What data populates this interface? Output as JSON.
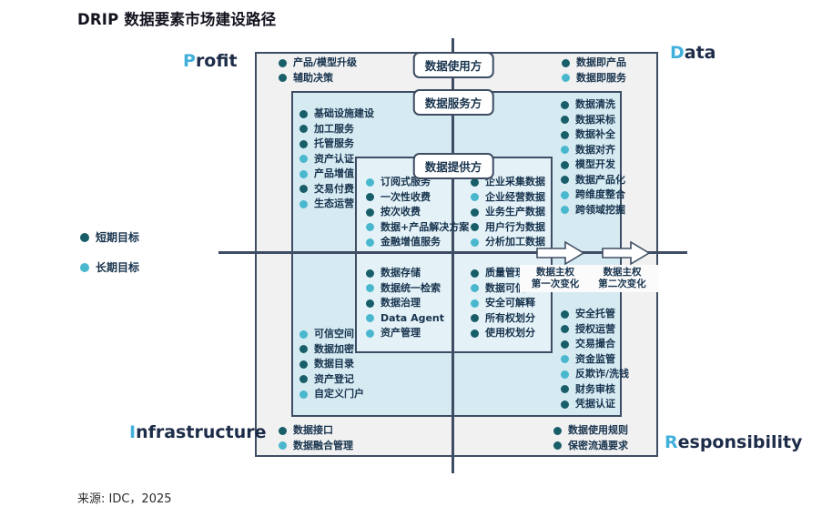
{
  "title": "DRIP 数据要素市场建设路径",
  "source": "来源: IDC，2025",
  "corners": {
    "profit": "Profit",
    "data": "Data",
    "infrastructure": "Infrastructure",
    "responsibility": "Responsibility"
  },
  "legend_items": [
    {
      "label": "短期目标",
      "type": "dark"
    },
    {
      "label": "长期目标",
      "type": "light"
    }
  ],
  "roles": {
    "user": "数据使用方",
    "service": "数据服务方",
    "provider": "数据提供方"
  },
  "sovereignty": [
    {
      "line1": "数据主权",
      "line2": "第一次变化"
    },
    {
      "line1": "数据主权",
      "line2": "第二次变化"
    }
  ],
  "groups": {
    "user_left": [
      {
        "label": "产品/模型升级",
        "type": "dark"
      },
      {
        "label": "辅助决策",
        "type": "dark"
      }
    ],
    "user_right": [
      {
        "label": "数据即产品",
        "type": "dark"
      },
      {
        "label": "数据即服务",
        "type": "light"
      }
    ],
    "service_top_left": [
      {
        "label": "基础设施建设",
        "type": "dark"
      },
      {
        "label": "加工服务",
        "type": "dark"
      },
      {
        "label": "托管服务",
        "type": "dark"
      },
      {
        "label": "资产认证",
        "type": "light"
      },
      {
        "label": "产品增值",
        "type": "light"
      },
      {
        "label": "交易付费",
        "type": "dark"
      },
      {
        "label": "生态运营",
        "type": "light"
      }
    ],
    "service_top_right": [
      {
        "label": "数据清洗",
        "type": "dark"
      },
      {
        "label": "数据采标",
        "type": "dark"
      },
      {
        "label": "数据补全",
        "type": "dark"
      },
      {
        "label": "数据对齐",
        "type": "light"
      },
      {
        "label": "模型开发",
        "type": "dark"
      },
      {
        "label": "数据产品化",
        "type": "dark"
      },
      {
        "label": "跨维度整合",
        "type": "light"
      },
      {
        "label": "跨领域挖掘",
        "type": "light"
      }
    ],
    "provider_top_left": [
      {
        "label": "订阅式服务",
        "type": "light"
      },
      {
        "label": "一次性收费",
        "type": "dark"
      },
      {
        "label": "按次收费",
        "type": "dark"
      },
      {
        "label": "数据+产品解决方案",
        "type": "light"
      },
      {
        "label": "金融增值服务",
        "type": "light"
      }
    ],
    "provider_top_right": [
      {
        "label": "企业采集数据",
        "type": "dark"
      },
      {
        "label": "企业经营数据",
        "type": "light"
      },
      {
        "label": "业务生产数据",
        "type": "dark"
      },
      {
        "label": "用户行为数据",
        "type": "dark"
      },
      {
        "label": "分析加工数据",
        "type": "light"
      }
    ],
    "provider_bottom_left": [
      {
        "label": "数据存储",
        "type": "dark"
      },
      {
        "label": "数据统一检索",
        "type": "light"
      },
      {
        "label": "数据治理",
        "type": "dark"
      },
      {
        "label": "Data Agent",
        "type": "light"
      },
      {
        "label": "资产管理",
        "type": "light"
      }
    ],
    "provider_bottom_right": [
      {
        "label": "质量管理",
        "type": "dark"
      },
      {
        "label": "数据可信",
        "type": "light"
      },
      {
        "label": "安全可解释",
        "type": "light"
      },
      {
        "label": "所有权划分",
        "type": "dark"
      },
      {
        "label": "使用权划分",
        "type": "dark"
      }
    ],
    "service_bottom_left": [
      {
        "label": "可信空间",
        "type": "light"
      },
      {
        "label": "数据加密",
        "type": "dark"
      },
      {
        "label": "数据目录",
        "type": "dark"
      },
      {
        "label": "资产登记",
        "type": "dark"
      },
      {
        "label": "自定义门户",
        "type": "light"
      }
    ],
    "service_bottom_right": [
      {
        "label": "安全托管",
        "type": "dark"
      },
      {
        "label": "授权运营",
        "type": "dark"
      },
      {
        "label": "交易撮合",
        "type": "dark"
      },
      {
        "label": "资金监管",
        "type": "light"
      },
      {
        "label": "反欺诈/洗钱",
        "type": "light"
      },
      {
        "label": "财务审核",
        "type": "dark"
      },
      {
        "label": "凭据认证",
        "type": "dark"
      }
    ],
    "infra_bottom": [
      {
        "label": "数据接口",
        "type": "dark"
      },
      {
        "label": "数据融合管理",
        "type": "light"
      }
    ],
    "resp_bottom": [
      {
        "label": "数据使用规则",
        "type": "dark"
      },
      {
        "label": "保密流通要求",
        "type": "dark"
      }
    ]
  },
  "colors": {
    "short_term_bullet": "#185E69",
    "long_term_bullet": "#49B7CD",
    "accent_letter": "#41B1DC",
    "box_border": "#3E4D63",
    "outer_box_fill": "#F1F1F2",
    "service_box_fill": "#D6EAF2",
    "provider_box_fill": "#E4F2F8",
    "text": "#17334D"
  }
}
